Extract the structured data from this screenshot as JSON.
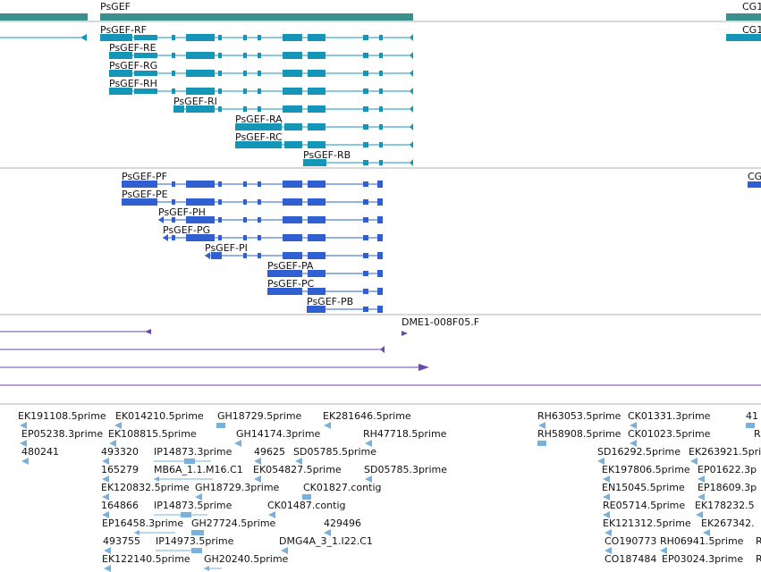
{
  "colors": {
    "gene": "#3a8f8f",
    "transcript_rna": "#1596b8",
    "transcript_protein": "#2f5fd0",
    "match": "#6b4aa6",
    "est": "#7ab0dc",
    "divider": "#b0b0b0"
  },
  "gene_track": {
    "gene_label": "PsGEF",
    "right_gene_label": "CG1"
  },
  "rna_track": {
    "items": [
      "PsGEF-RF",
      "PsGEF-RE",
      "PsGEF-RG",
      "PsGEF-RH",
      "PsGEF-RI",
      "PsGEF-RA",
      "PsGEF-RC",
      "PsGEF-RB"
    ],
    "right_label": "CG1"
  },
  "protein_track": {
    "items": [
      "PsGEF-PF",
      "PsGEF-PE",
      "PsGEF-PH",
      "PsGEF-PG",
      "PsGEF-PI",
      "PsGEF-PA",
      "PsGEF-PC",
      "PsGEF-PB"
    ],
    "right_label": "CG"
  },
  "match_track": {
    "label": "DME1-008F05.F"
  },
  "est_track": {
    "items": [
      "EK191108.5prime",
      "EK014210.5prime",
      "GH18729.5prime",
      "EK281646.5prime",
      "RH63053.5prime",
      "CK01331.3prime",
      "41",
      "EP05238.3prime",
      "EK108815.5prime",
      "GH14174.3prime",
      "RH47718.5prime",
      "RH58908.5prime",
      "CK01023.5prime",
      "R",
      "480241",
      "493320",
      "IP14873.3prime",
      "49625",
      "SD05785.5prime",
      "SD16292.5prime",
      "EK263921.5prime",
      "165279",
      "MB6A_1.1.M16.C1",
      "EK054827.5prime",
      "SD05785.3prime",
      "EK197806.5prime",
      "EP01622.3p",
      "EK120832.5prime",
      "GH18729.3prime",
      "CK01827.contig",
      "EN15045.5prime",
      "EP18609.3p",
      "164866",
      "IP14873.5prime",
      "CK01487.contig",
      "RE05714.5prime",
      "EK178232.5",
      "EP16458.3prime",
      "GH27724.5prime",
      "429496",
      "EK121312.5prime",
      "EK267342.",
      "493755",
      "IP14973.5prime",
      "DMG4A_3_1.I22.C1",
      "CO190773",
      "RH06941.5prime",
      "R",
      "EK122140.5prime",
      "GH20240.5prime",
      "CO187484",
      "EP03024.3prime",
      "R"
    ]
  }
}
